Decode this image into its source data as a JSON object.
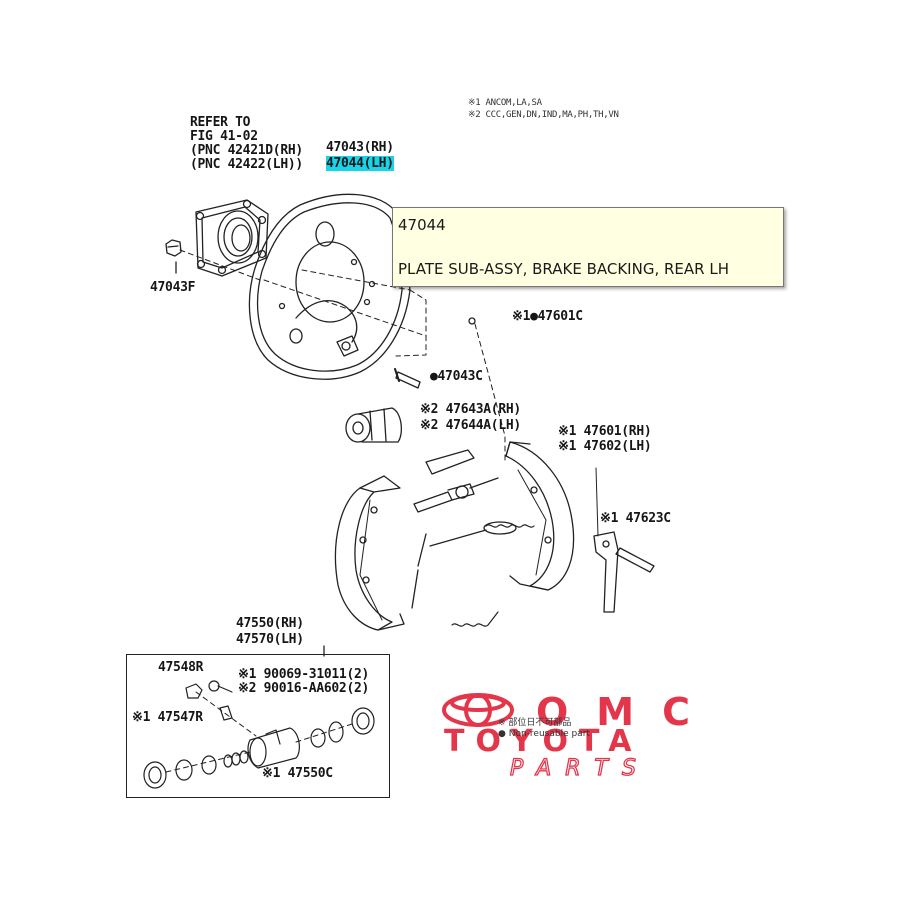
{
  "notes": {
    "line1": "※1 ANCOM,LA,SA",
    "line2": "※2 CCC,GEN,DN,IND,MA,PH,TH,VN"
  },
  "refer": {
    "line1": "REFER TO",
    "line2": "FIG 41-02",
    "line3": "(PNC 42421D(RH)",
    "line4": "(PNC 42422(LH))"
  },
  "parts": {
    "p47043": "47043(RH)",
    "p47044": "47044(LH)",
    "p47043f": "47043F",
    "p47601c": "※1●47601C",
    "p47043c": "●47043C",
    "p47643a": "※2 47643A(RH)",
    "p47644a": "※2 47644A(LH)",
    "p47601": "※1 47601(RH)",
    "p47602": "※1 47602(LH)",
    "p47623c": "※1 47623C",
    "p47550": "47550(RH)",
    "p47570": "47570(LH)",
    "p47548r": "47548R",
    "p90069": "※1 90069-31011(2)",
    "p90016": "※2 90016-AA602(2)",
    "p47547r": "※1 47547R",
    "p47550c": "※1 47550C"
  },
  "tooltip": {
    "code": "47044",
    "description": "PLATE SUB-ASSY, BRAKE BACKING, REAR LH"
  },
  "watermark": {
    "brand": "OMC",
    "brand2": "TOYOTA",
    "sub": "PARTS",
    "small1": "※ 部位日不可部品",
    "small2": "● Non-reusable part",
    "color": "#e0142c"
  }
}
